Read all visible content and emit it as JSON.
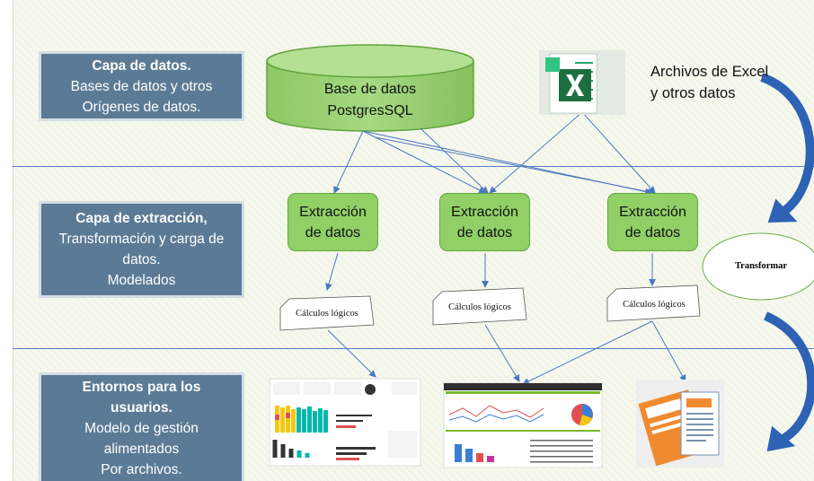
{
  "layers": {
    "data": {
      "title": "Capa de datos.",
      "lines": [
        "Bases de datos y otros",
        "Orígenes de datos."
      ]
    },
    "extraction": {
      "title": "Capa de extracción,",
      "lines": [
        "Transformación y carga de",
        "datos.",
        "Modelados"
      ]
    },
    "users": {
      "title_lines": [
        "Entornos para los",
        "usuarios."
      ],
      "lines": [
        "Modelo de gestión",
        "alimentados",
        "Por archivos."
      ]
    }
  },
  "database": {
    "lines": [
      "Base de datos",
      "PostgresSQL"
    ]
  },
  "excel": {
    "lines": [
      "Archivos de Excel",
      "y otros datos"
    ],
    "icon": "excel-icon"
  },
  "extraction_boxes": [
    {
      "lines": [
        "Extracción",
        "de datos"
      ]
    },
    {
      "lines": [
        "Extracción",
        "de datos"
      ]
    },
    {
      "lines": [
        "Extracción",
        "de datos"
      ]
    }
  ],
  "calc_docs": [
    "Cálculos lógicos",
    "Cálculos lógicos",
    "Cálculos lógicos"
  ],
  "transform_label": "Transformar",
  "outputs": [
    "dashboard-thumbnail",
    "report-dashboard-thumbnail",
    "documents-icon"
  ],
  "colors": {
    "layer_box": "#5b7a95",
    "green_box": "#91cf67",
    "arrow": "#4a78c0",
    "curved_arrow": "#2d62b5"
  }
}
